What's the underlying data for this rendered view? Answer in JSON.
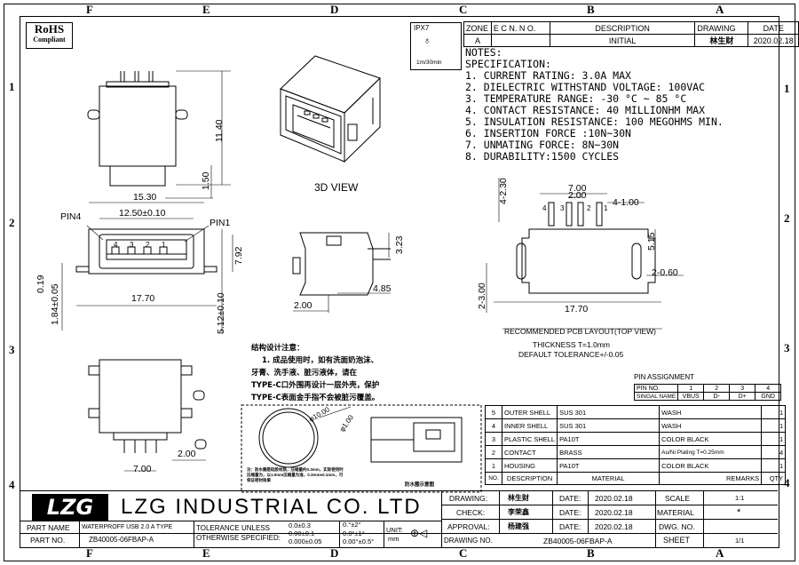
{
  "zones": {
    "top": [
      "F",
      "E",
      "D",
      "C",
      "B",
      "A"
    ],
    "bottom": [
      "F",
      "E",
      "D",
      "C",
      "B",
      "A"
    ],
    "left": [
      "1",
      "2",
      "3",
      "4"
    ],
    "right": [
      "1",
      "2",
      "3",
      "4"
    ]
  },
  "rohs": {
    "line1": "RoHS",
    "line2": "Compliant"
  },
  "ipx": {
    "code": "IPX7",
    "sub": "1m/30min"
  },
  "revision": {
    "headers": [
      "ZONE",
      "E C N. N O.",
      "DESCRIPTION",
      "DRAWING",
      "DATE"
    ],
    "row": [
      "A",
      "",
      "INITIAL",
      "林生财",
      "2020.02.18"
    ]
  },
  "notes": {
    "title": "NOTES:",
    "spec": "SPECIFICATION:",
    "items": [
      "1. CURRENT RATING: 3.0A MAX",
      "2. DIELECTRIC WITHSTAND VOLTAGE: 100VAC",
      "3. TEMPERATURE RANGE: -30 °C ~ 85 °C",
      "4. CONTACT RESISTANCE: 40 MILLIONHM MAX",
      "5. INSULATION RESISTANCE: 100 MEGOHMS MIN.",
      "6. INSERTION FORCE :10N~30N",
      "7. UNMATING FORCE: 8N~30N",
      "8. DURABILITY:1500 CYCLES"
    ]
  },
  "views": {
    "view3d": "3D VIEW",
    "pcb_title": "RECOMMENDED PCB LAYOUT(TOP VIEW)",
    "thickness": "THICKNESS T=1.0mm",
    "tolerance": "DEFAULT TOLERANCE+/-0.05"
  },
  "dims": {
    "d1140": "11.40",
    "d150": "1.50",
    "d1530": "15.30",
    "d1250": "12.50±0.10",
    "pin4": "PIN4",
    "pin1": "PIN1",
    "d792": "7.92",
    "d019": "0.19",
    "d184": "1.84±0.05",
    "d1770a": "17.70",
    "d512": "5.12±0.10",
    "d323": "3.23",
    "d485": "4.85",
    "d200a": "2.00",
    "d230": "4-2.30",
    "d700a": "7.00",
    "d200b": "2.00",
    "d4100": "4-1.00",
    "d515": "5.15",
    "d060": "2-0.60",
    "d300": "2-3.00",
    "d1770b": "17.70",
    "d700b": "7.00",
    "d200c": "2.00",
    "phi1000": "φ10.00",
    "phi100": "φ1.00",
    "pinnums": [
      "4",
      "3",
      "2",
      "1"
    ],
    "pcbnums": [
      "4",
      "3",
      "2",
      "1"
    ]
  },
  "cn_note": {
    "title": "结构设计注意：",
    "lines": [
      "1. 成品使用时，如有洗面奶泡沫、",
      "牙膏、洗手液、脏污液体，请在",
      "TYPE-C口外围再设计一层外壳，保护",
      "TYPE-C表面金手指不会被脏污覆盖。"
    ],
    "small": "注：防水圈是硅胶材质，压缩量约0.3mm，实际使用时压缩量为，以1.0mm压缩量为准，0.3mm±0.1mm，可保证密封效果",
    "label": "防水圈示意图"
  },
  "pin_assignment": {
    "title": "PIN ASSIGNMENT",
    "row1": [
      "PIN NO.",
      "1",
      "2",
      "3",
      "4"
    ],
    "row2": [
      "SINGAL NAME",
      "VBUS",
      "D-",
      "D+",
      "GND"
    ]
  },
  "bom": {
    "headers": [
      "NO.",
      "DESCRIPTION",
      "MATERIAL",
      "REMARKS",
      "QTY"
    ],
    "rows": [
      [
        "5",
        "OUTER SHELL",
        "SUS 301",
        "WASH",
        "1"
      ],
      [
        "4",
        "INNER SHELL",
        "SUS 301",
        "WASH",
        "1"
      ],
      [
        "3",
        "PLASTIC SHELL",
        "PA10T",
        "COLOR BLACK",
        "1"
      ],
      [
        "2",
        "CONTACT",
        "BRASS",
        "Au/Ni Plating T=0.25mm",
        "4"
      ],
      [
        "1",
        "HOUSING",
        "PA10T",
        "COLOR BLACK",
        "1"
      ]
    ]
  },
  "title_block": {
    "logo": "LZG",
    "company": "LZG INDUSTRIAL CO. LTD",
    "part_name_label": "PART NAME",
    "part_name": "WATERPROFF USB 2.0 A TYPE",
    "part_no_label": "PART NO.",
    "part_no": "ZB40005-06FBAP-A",
    "tol_label1": "TOLERANCE UNLESS",
    "tol_label2": "OTHERWISE SPECIFIED:",
    "tol_vals": [
      "0.0±0.3",
      "0.00±0.1",
      "0.000±0.05"
    ],
    "ang_vals": [
      "0.°±2°",
      "0.0°±1°",
      "0.00°±0.5°"
    ],
    "unit_label": "UNIT:",
    "unit": "mm",
    "drawing_label": "DRAWING:",
    "drawing": "林生财",
    "check_label": "CHECK:",
    "check": "李荣鑫",
    "approval_label": "APPROVAL:",
    "approval": "杨建强",
    "date_label": "DATE:",
    "date": "2020.02.18",
    "scale_label": "SCALE",
    "scale": "1:1",
    "material_label": "MATERIAL",
    "material": "*",
    "dwg_label": "DWG. NO.",
    "dwg": "",
    "drawing_no_label": "DRAWING NO.",
    "drawing_no": "ZB40005-06FBAP-A",
    "sheet_label": "SHEET",
    "sheet": "1/1"
  }
}
